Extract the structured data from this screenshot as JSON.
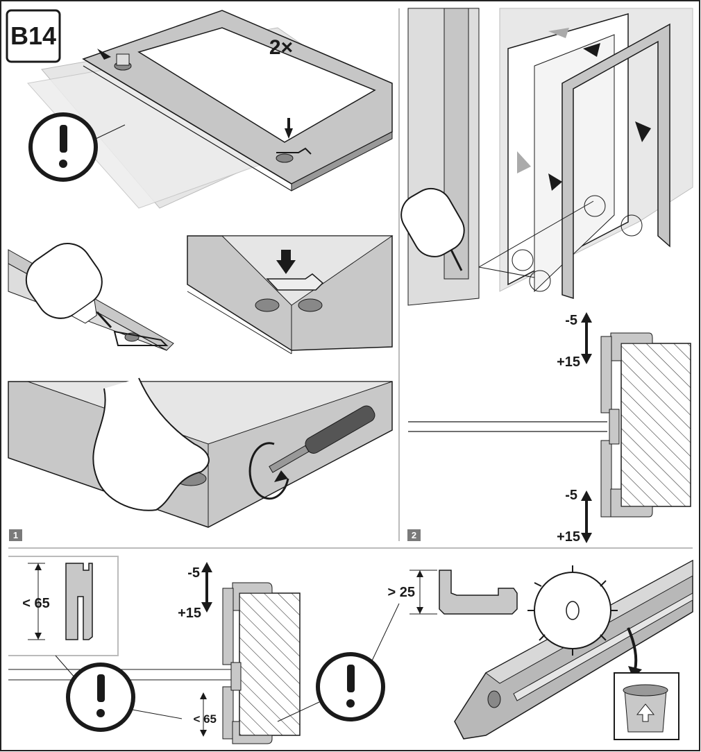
{
  "step_code": "B14",
  "quantity": "2×",
  "panels": [
    {
      "number": "1"
    },
    {
      "number": "2"
    }
  ],
  "dimensions": {
    "panel2_top_minus": "-5",
    "panel2_top_plus": "+15",
    "panel2_bottom_minus": "-5",
    "panel2_bottom_plus": "+15",
    "bottom_minus": "-5",
    "bottom_plus": "+15",
    "max_thickness": "< 65",
    "max_gap": "< 65",
    "min_depth": "> 25"
  },
  "icons": [
    "warning-icon",
    "glue-bottle-icon",
    "corner-clamp-icon",
    "screwdriver-icon",
    "saw-blade-icon",
    "recycle-bin-icon"
  ],
  "colors": {
    "line": "#1a1a1a",
    "frame": "#c8c8c8",
    "frame_dark": "#9a9a9a",
    "paper": "#e2e2e2",
    "badge": "#7a7a7a"
  }
}
